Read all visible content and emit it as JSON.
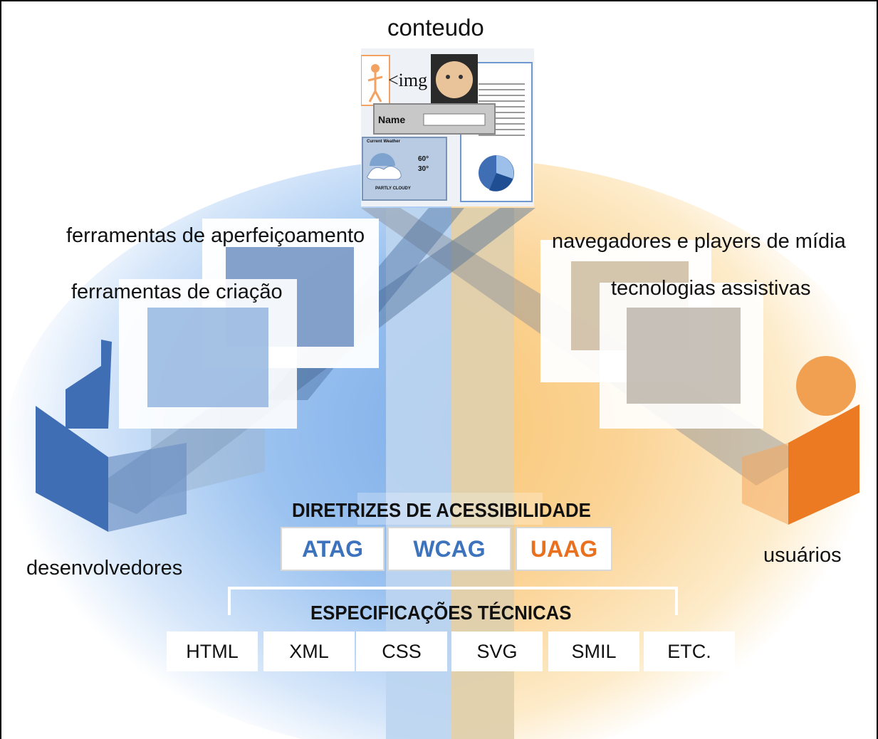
{
  "title": "conteudo",
  "labels": {
    "improvement_tools": "ferramentas de aperfeiçoamento",
    "authoring_tools": "ferramentas de criação",
    "browsers": "navegadores e players de mídia",
    "assistive": "tecnologias assistivas",
    "developers": "desenvolvedores",
    "users": "usuários"
  },
  "guidelines": {
    "heading": "DIRETRIZES DE ACESSIBILIDADE",
    "items": [
      {
        "label": "ATAG",
        "color": "#3d73bd"
      },
      {
        "label": "WCAG",
        "color": "#3d73bd"
      },
      {
        "label": "UAAG",
        "color": "#e8701f"
      }
    ]
  },
  "specs": {
    "heading": "ESPECIFICAÇÕES TÉCNICAS",
    "items": [
      "HTML",
      "XML",
      "CSS",
      "SVG",
      "SMIL",
      "ETC."
    ]
  },
  "collage": {
    "img_tag": "<img",
    "name_label": "Name",
    "weather_title": "Current Weather",
    "weather_high": "60°",
    "weather_low": "30°",
    "weather_desc": "PARTLY CLOUDY"
  },
  "colors": {
    "developer_blue": "#3f6eb5",
    "user_orange": "#ec7a22",
    "blue_glow": "#8fb7e8",
    "orange_glow": "#fbd08a"
  }
}
